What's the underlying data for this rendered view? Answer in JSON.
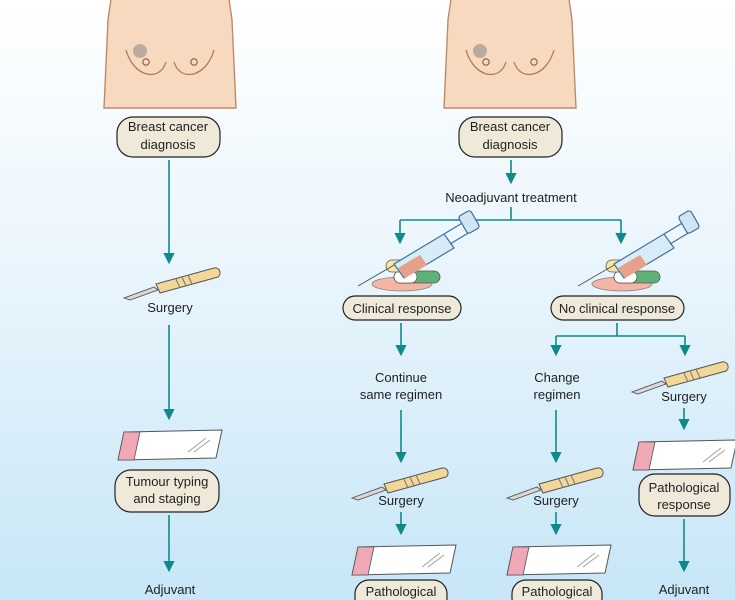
{
  "left_pathway": {
    "diagnosis": [
      "Breast cancer",
      "diagnosis"
    ],
    "surgery": "Surgery",
    "typing": [
      "Tumour typing",
      "and staging"
    ],
    "adjuvant": "Adjuvant"
  },
  "right_pathway": {
    "diagnosis": [
      "Breast cancer",
      "diagnosis"
    ],
    "neoadjuvant": "Neoadjuvant treatment",
    "clinical_response": "Clinical response",
    "no_clinical_response": "No clinical response",
    "continue": [
      "Continue",
      "same regimen"
    ],
    "change": [
      "Change",
      "regimen"
    ],
    "surgery_a": "Surgery",
    "surgery_b": "Surgery",
    "surgery_c": "Surgery",
    "pathological_a": "Pathological",
    "pathological_b": "Pathological",
    "pathological_c": [
      "Pathological",
      "response"
    ],
    "adjuvant": "Adjuvant"
  },
  "colors": {
    "arrow": "#0f8a8a",
    "label_box": "#efe9da",
    "skin": "#f6d9bf"
  },
  "icons": [
    "torso-illustration",
    "scalpel-icon",
    "syringe-pills-icon",
    "microscope-slide-icon"
  ]
}
